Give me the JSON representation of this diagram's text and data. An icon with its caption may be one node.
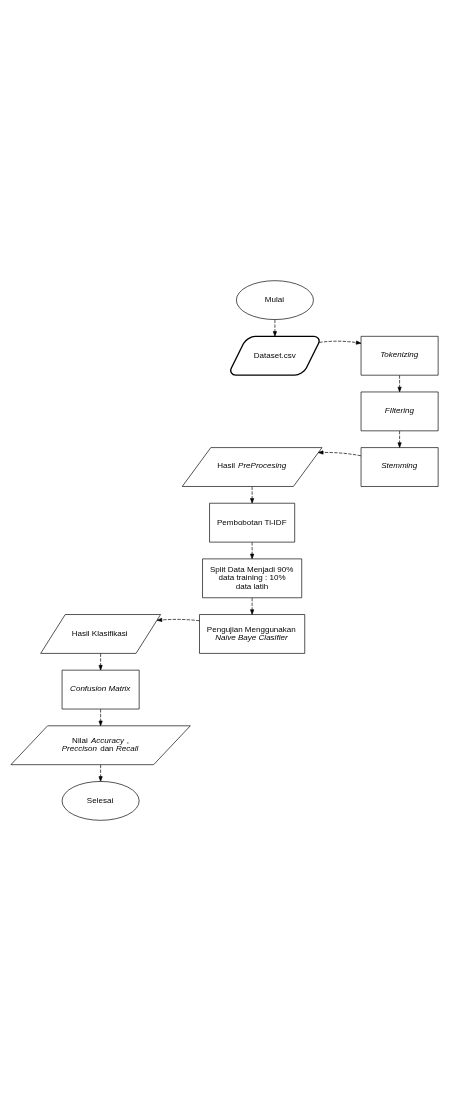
{
  "diagram": {
    "nodes": [
      {
        "text": [
          "Mulai"
        ]
      },
      {
        "text": [
          "Dataset.csv"
        ]
      },
      {
        "text": [
          "Tokenizing"
        ]
      },
      {
        "text": [
          "FIltering"
        ]
      },
      {
        "text": [
          "Stemming"
        ]
      },
      {
        "text": [
          "Hasil *PreProcesing*"
        ]
      },
      {
        "text": [
          "Pembobotan Ti-IDF"
        ]
      },
      {
        "text": [
          "Split Data Menjadi 90% data training : 10% data latih"
        ]
      },
      {
        "text": [
          "Pengujian Menggunakan *Naive Baye Clasifier*"
        ]
      },
      {
        "text": [
          "Hasil Klasifikasi"
        ]
      },
      {
        "text": [
          "Confusion Matrix"
        ]
      },
      {
        "text": [
          "Nilai *Accuracy* , *Preccison* dan *Recall*"
        ]
      },
      {
        "text": [
          "Selesai"
        ]
      }
    ],
    "edges": [
      {
        "from": 0,
        "to": 1,
        "arrow": "to",
        "style": "dashed"
      },
      {
        "from": 1,
        "to": 2,
        "arrow": "to",
        "style": "dashed"
      },
      {
        "from": 2,
        "to": 3,
        "arrow": "to",
        "style": "dashed"
      },
      {
        "from": 3,
        "to": 4,
        "arrow": "to",
        "style": "dashed"
      },
      {
        "from": 4,
        "to": 5,
        "arrow": "to",
        "style": "dashed"
      },
      {
        "from": 5,
        "to": 6,
        "arrow": "to",
        "style": "dashed"
      },
      {
        "from": 6,
        "to": 7,
        "arrow": "to",
        "style": "dashed"
      },
      {
        "from": 7,
        "to": 8,
        "arrow": "to",
        "style": "dashed"
      },
      {
        "from": 8,
        "to": 9,
        "arrow": "to",
        "style": "dashed"
      },
      {
        "from": 9,
        "to": 10,
        "arrow": "to",
        "style": "dashed"
      },
      {
        "from": 10,
        "to": 11,
        "arrow": "to",
        "style": "dashed"
      },
      {
        "from": 11,
        "to": 12,
        "arrow": "to",
        "style": "dashed"
      }
    ]
  }
}
